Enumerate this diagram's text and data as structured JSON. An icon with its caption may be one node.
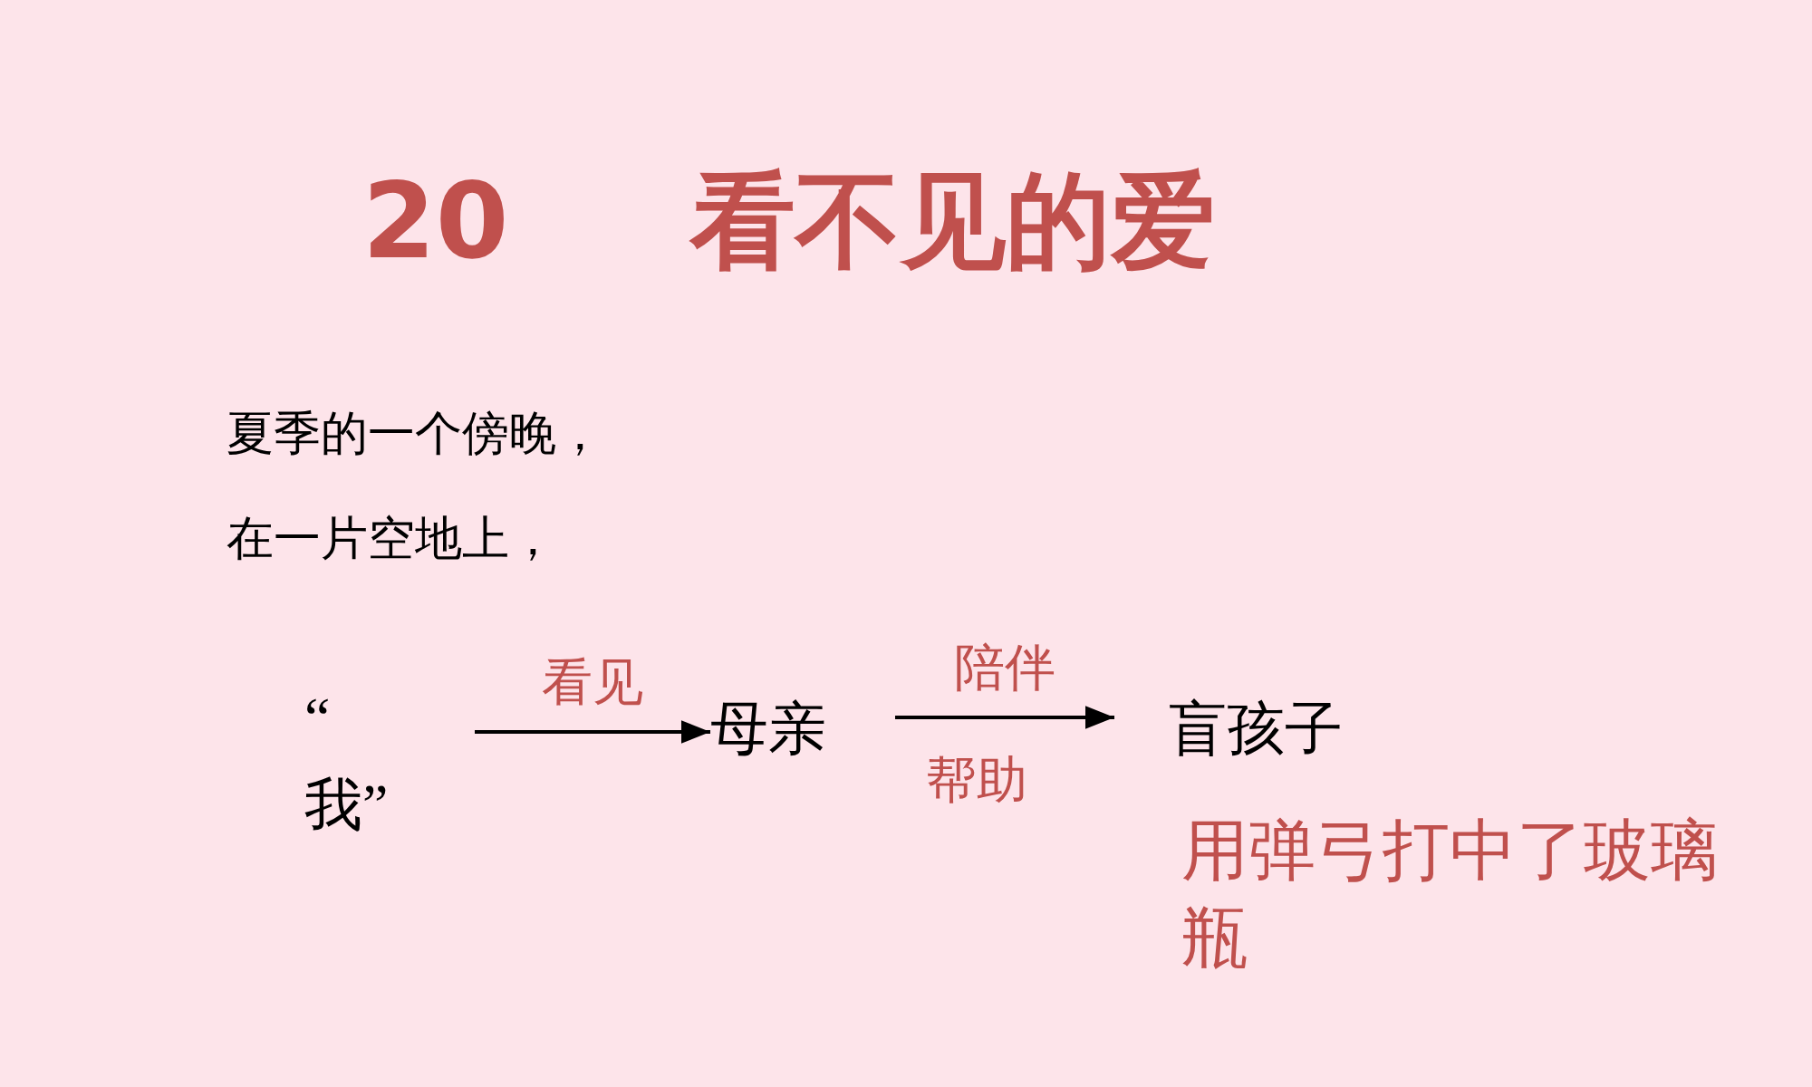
{
  "diagram": {
    "title": "20 看不见的爱",
    "nodes": [
      {
        "text": [
          "“ 我”"
        ]
      },
      {
        "text": [
          "母亲"
        ]
      },
      {
        "text": [
          "盲孩子"
        ],
        "beside": [
          "用弹弓打中了玻璃瓶"
        ]
      }
    ],
    "edges": [
      {
        "from": 0,
        "to": 1,
        "arrow": "to",
        "label": "看见"
      },
      {
        "from": 1,
        "to": 2,
        "arrow": "to",
        "label": "陪伴"
      }
    ],
    "labels": [
      "夏季的一个傍晚，",
      "在一片空地上，",
      "帮助"
    ]
  }
}
